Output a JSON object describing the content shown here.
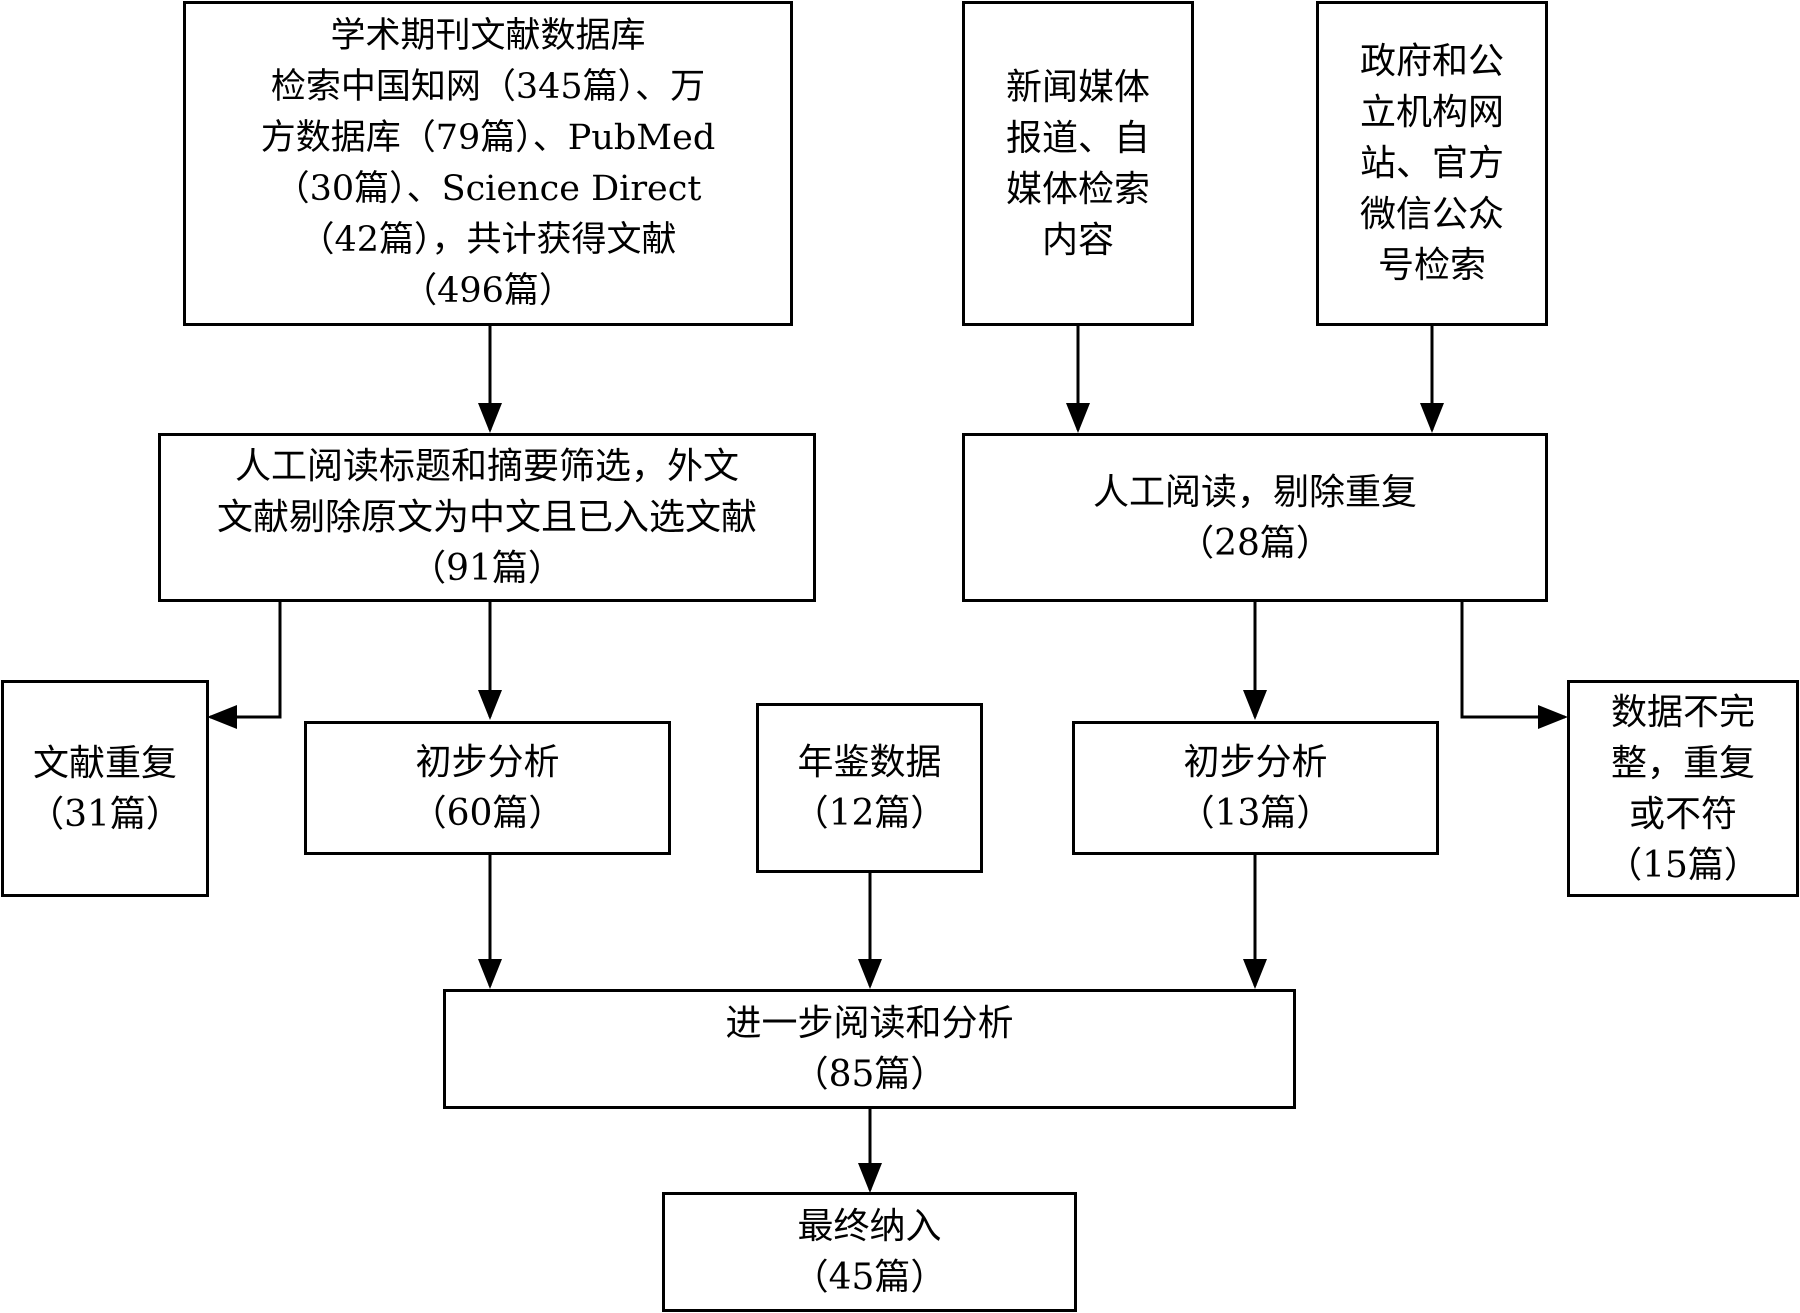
{
  "boxes": {
    "journal": {
      "lines": [
        "学术期刊文献数据库",
        "检索中国知网（345篇）、万",
        "方数据库（79篇）、PubMed",
        "（30篇）、Science Direct",
        "（42篇），共计获得文献",
        "（496篇）"
      ]
    },
    "news": {
      "lines": [
        "新闻媒体",
        "报道、自",
        "媒体检索",
        "内容"
      ]
    },
    "gov": {
      "lines": [
        "政府和公",
        "立机构网",
        "站、官方",
        "微信公众",
        "号检索"
      ]
    },
    "screen1": {
      "lines": [
        "人工阅读标题和摘要筛选，外文",
        "文献剔除原文为中文且已入选文献",
        "（91篇）"
      ]
    },
    "screen2": {
      "lines": [
        "人工阅读，剔除重复",
        "（28篇）"
      ]
    },
    "dup": {
      "lines": [
        "文献重复",
        "（31篇）"
      ]
    },
    "prelim1": {
      "lines": [
        "初步分析",
        "（60篇）"
      ]
    },
    "yearbook": {
      "lines": [
        "年鉴数据",
        "（12篇）"
      ]
    },
    "prelim2": {
      "lines": [
        "初步分析",
        "（13篇）"
      ]
    },
    "incomplete": {
      "lines": [
        "数据不完",
        "整，重复",
        "或不符",
        "（15篇）"
      ]
    },
    "further": {
      "lines": [
        "进一步阅读和分析",
        "（85篇）"
      ]
    },
    "final": {
      "lines": [
        "最终纳入",
        "（45篇）"
      ]
    }
  }
}
